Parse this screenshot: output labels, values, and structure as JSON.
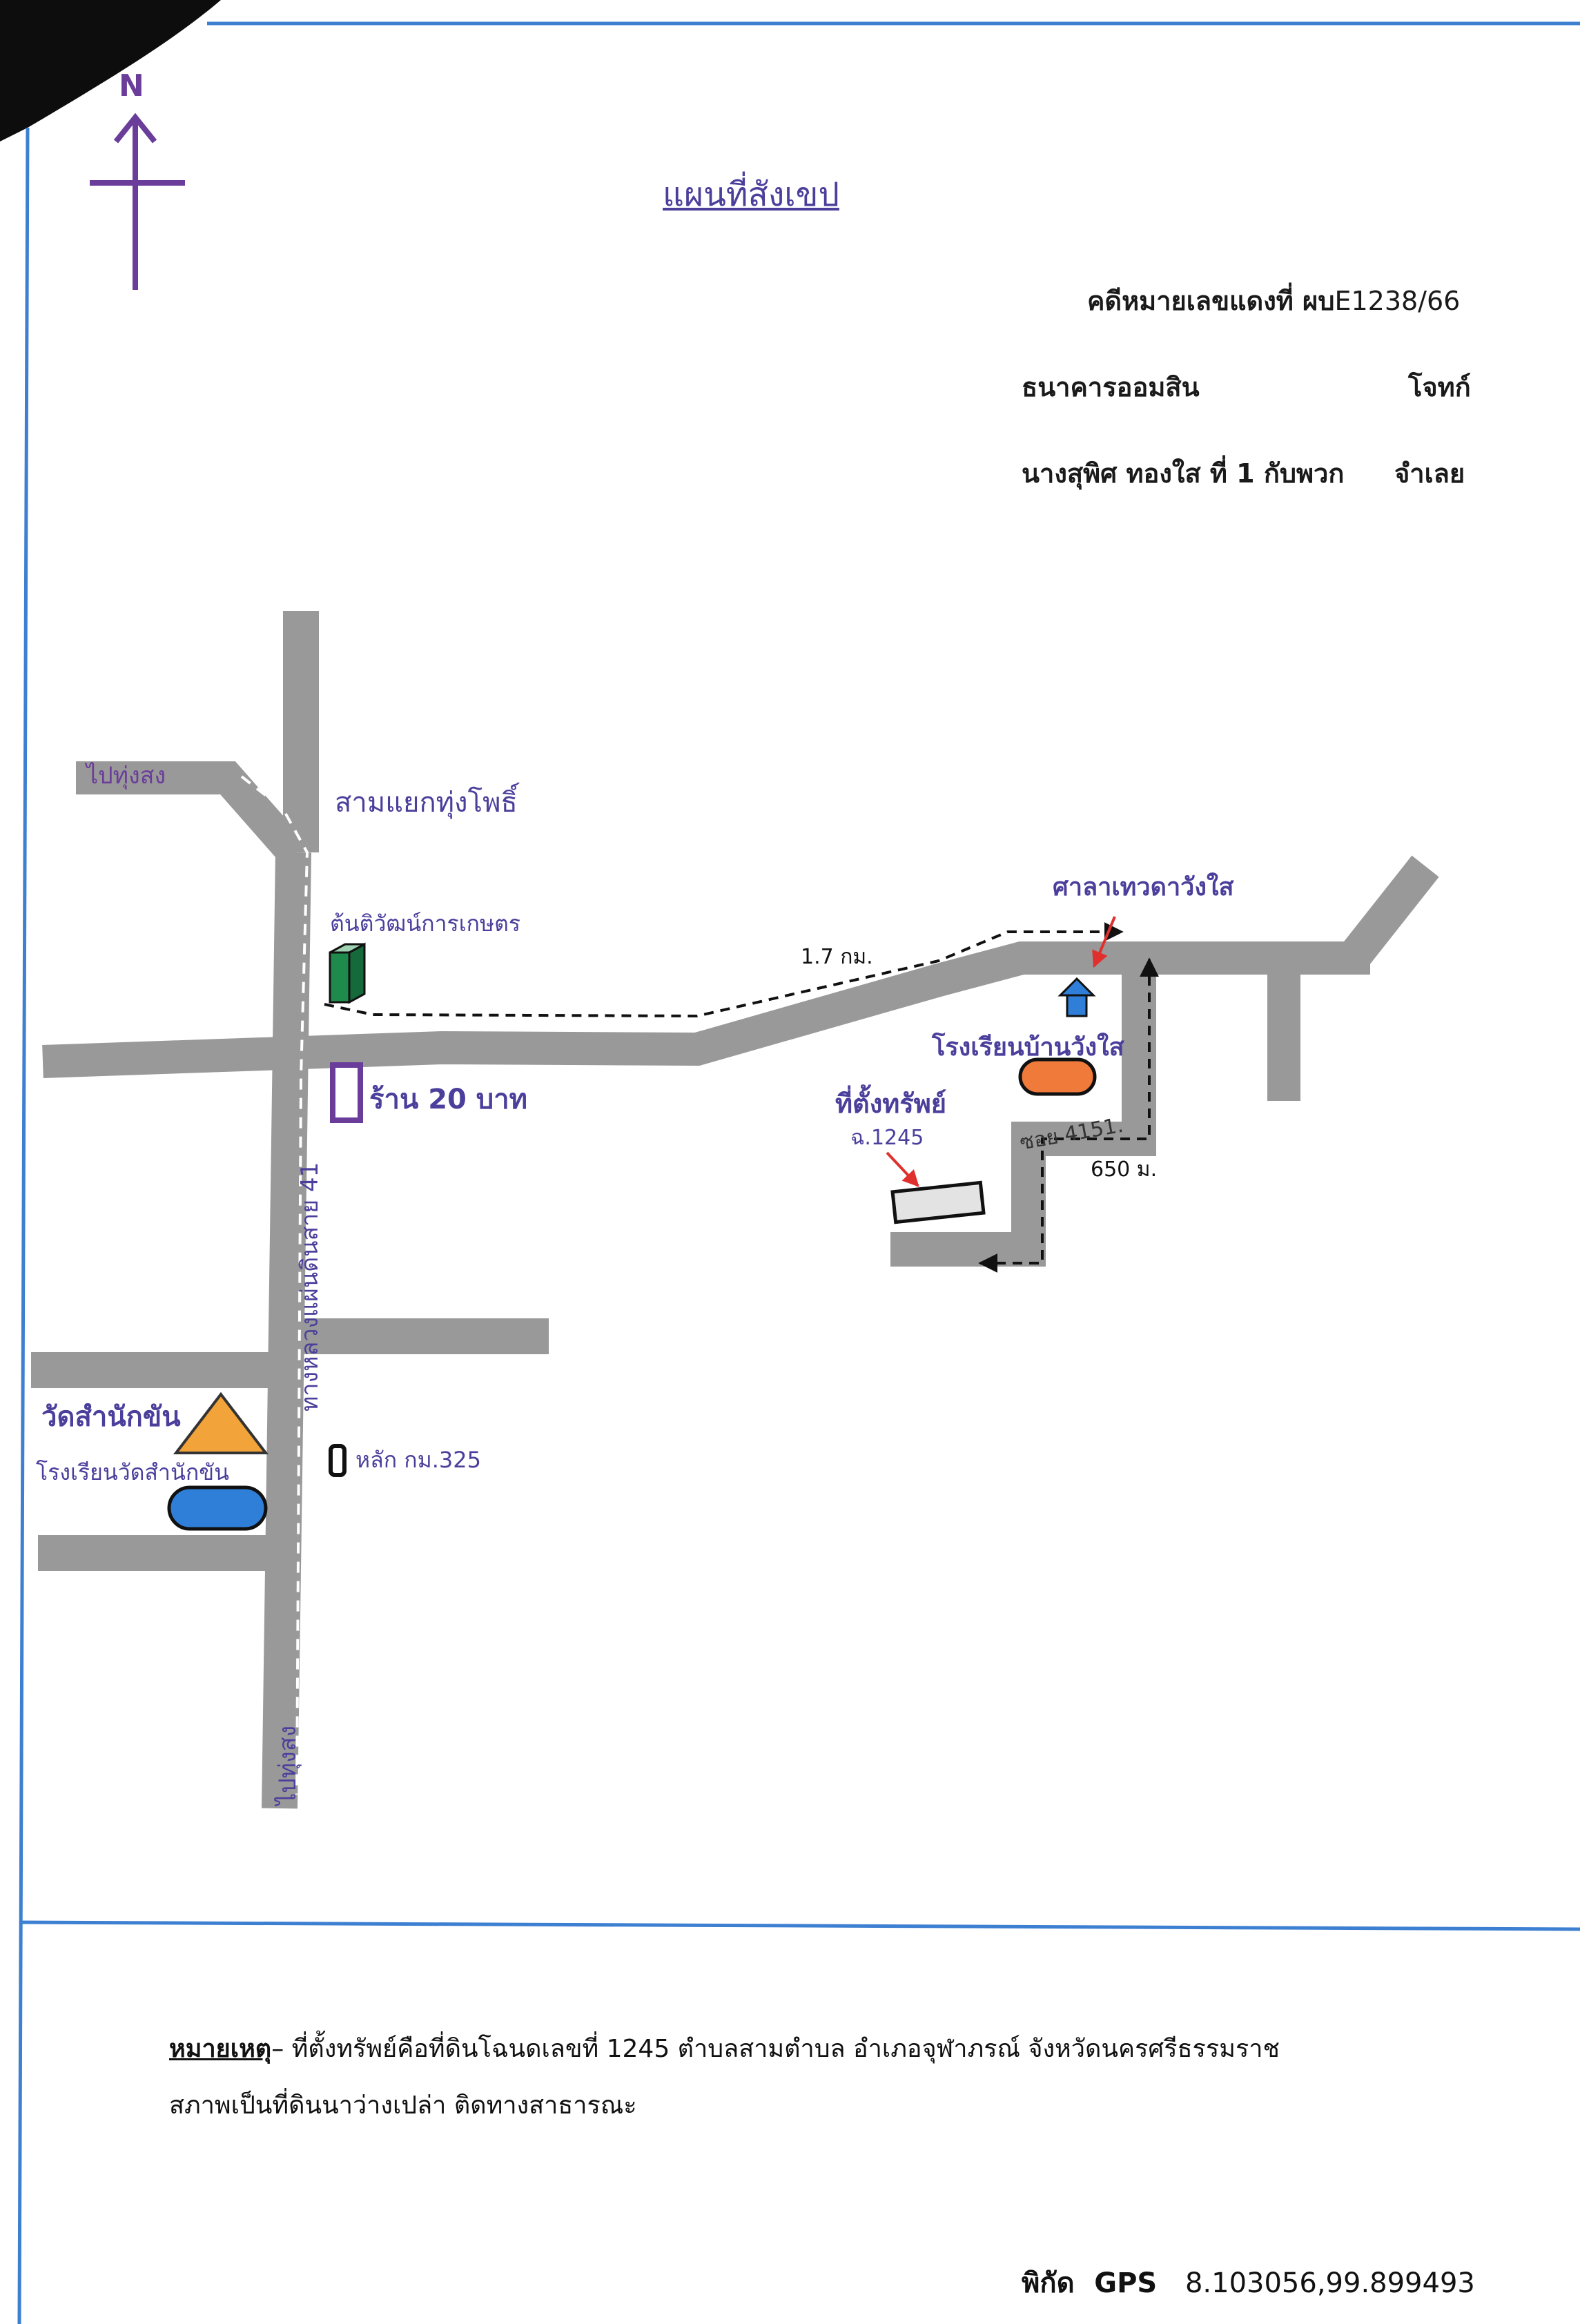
{
  "title": "แผนที่สังเขป",
  "case": {
    "case_line_label": "คดีหมายเลขแดงที่ ผบ",
    "case_number": "E1238/66",
    "plaintiff_name": "ธนาคารออมสิน",
    "plaintiff_role": "โจทก์",
    "defendant_name": "นางสุพิศ ทองใส ที่ 1 กับพวก",
    "defendant_role": "จำเลย"
  },
  "compass": {
    "label": "N",
    "icon": "north-arrow-icon"
  },
  "places": {
    "to_thung_song_top": "ไปทุ่งสง",
    "junction": "สามแยกทุ่งโพธิ์",
    "ag_shop": "ต้นติวัฒน์การเกษตร",
    "twenty_baht_shop": "ร้าน 20 บาท",
    "highway": "ทางหลวงแผ่นดินสาย 41",
    "temple": "วัดสำนักขัน",
    "temple_school": "โรงเรียนวัดสำนักขัน",
    "km_marker": "หลัก กม.325",
    "to_thung_song_bottom": "ไปทุ่งสง",
    "sala": "ศาลาเทวดาวังใส",
    "village_school": "โรงเรียนบ้านวังใส",
    "property_label": "ที่ตั้งทรัพย์",
    "deed_number": "ฉ.1245",
    "soi": "ซอย 4151.",
    "dist_main": "1.7 กม.",
    "dist_soi": "650 ม."
  },
  "colors": {
    "road": "#999999",
    "purple": "#6a3d9a",
    "green_building": "#1e8a4c",
    "orange": "#f07a3a",
    "blue": "#2f7fd8",
    "temple_triangle": "#f2a33a",
    "red_arrow": "#e0302e",
    "frame_blue": "#3d7fd1"
  },
  "footer": {
    "note_label": "หมายเหตุ",
    "note_line1": "– ที่ตั้งทรัพย์คือที่ดินโฉนดเลขที่ 1245 ตำบลสามตำบล อำเภอจุฬาภรณ์ จังหวัดนครศรีธรรมราช",
    "note_line2": "สภาพเป็นที่ดินนาว่างเปล่า ติดทางสาธารณะ",
    "gps_label": "พิกัด",
    "gps_tag": "GPS",
    "gps_value": "8.103056,99.899493"
  }
}
